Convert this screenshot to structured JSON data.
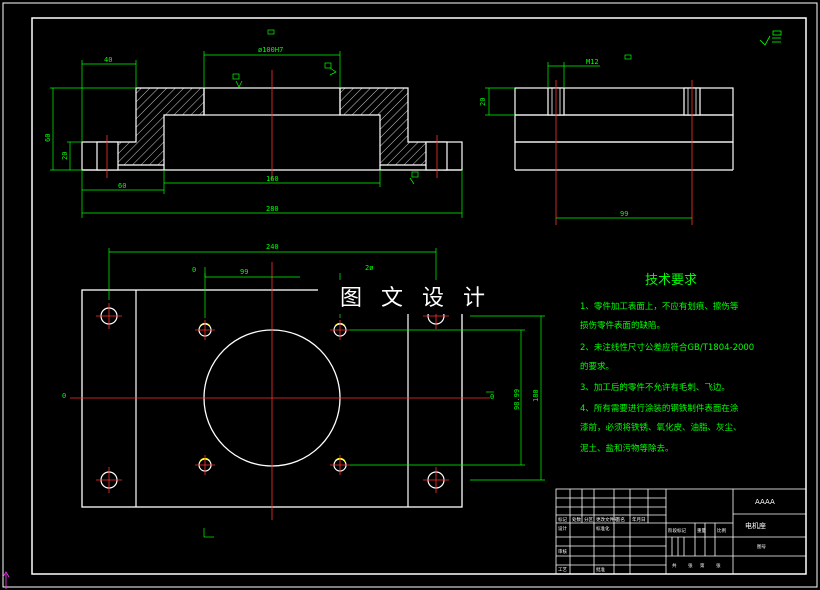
{
  "watermark": "图 文 设 计",
  "front_view": {
    "dims": {
      "top_width": "40",
      "bore": "ø100H7",
      "height_total": "60",
      "height_base": "20",
      "lower_offset": "60",
      "inner_width": "160",
      "overall_width": "280"
    }
  },
  "side_view": {
    "dims": {
      "hole": "M12",
      "height": "20",
      "width": "99"
    }
  },
  "plan_view": {
    "dims": {
      "width_total": "240",
      "hole_spacing": "99",
      "vert_spacing": "98.99",
      "vert_total": "180",
      "center_mark_top": "0",
      "center_mark_left": "0",
      "center_mark_right": "0",
      "partial_dim": "2ø"
    }
  },
  "tech_requirements": {
    "title": "技术要求",
    "lines": [
      "1、零件加工表面上，不应有划痕、擦伤等",
      "损伤零件表面的缺陷。",
      "2、未注线性尺寸公差应符合GB/T1804-2000",
      "的要求。",
      "3、加工后的零件不允许有毛刺、飞边。",
      "4、所有需要进行涂装的钢铁制件表面在涂",
      "漆前，必须将铁锈、氧化皮、油脂、灰尘、",
      "泥土、盐和污物等除去。"
    ]
  },
  "title_block": {
    "drawing_id": "AAAA",
    "part_name": "电机座",
    "drawing_no_label": "图号",
    "small_labels": [
      "标记",
      "处数",
      "分区",
      "更改文件号",
      "签名",
      "年月日",
      "设计",
      "标准化",
      "阶段标记",
      "重量",
      "比例",
      "审核",
      "工艺",
      "批准",
      "共",
      "张",
      "第",
      "张"
    ]
  }
}
